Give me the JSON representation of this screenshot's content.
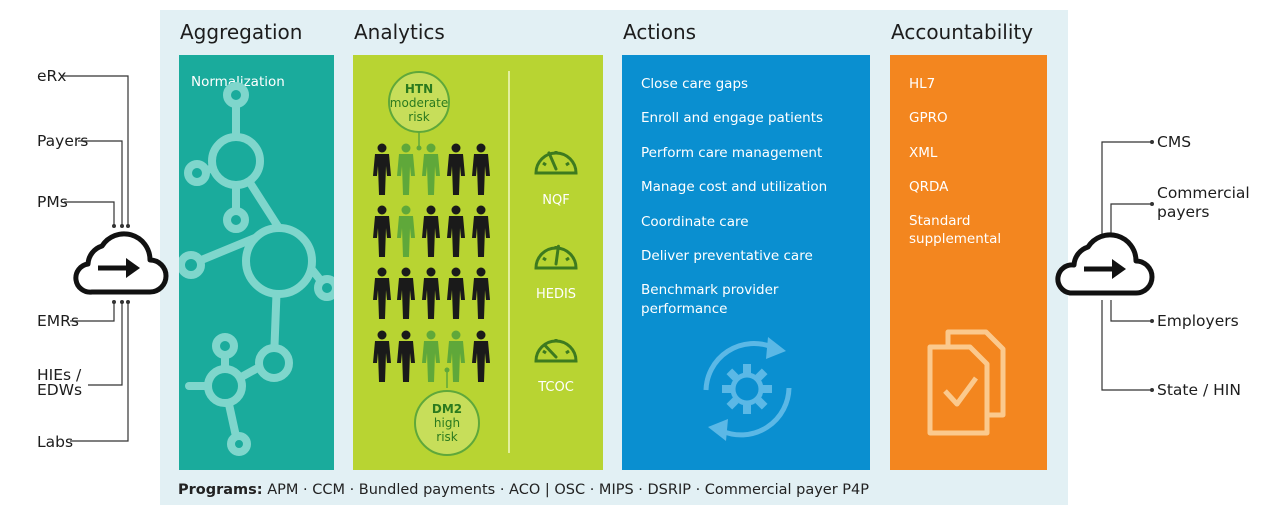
{
  "columns": {
    "aggregation": {
      "title": "Aggregation",
      "subtitle": "Normalization"
    },
    "analytics": {
      "title": "Analytics",
      "risk_top": {
        "code": "HTN",
        "line1": "moderate",
        "line2": "risk"
      },
      "risk_bottom": {
        "code": "DM2",
        "line1": "high",
        "line2": "risk"
      },
      "gauges": [
        "NQF",
        "HEDIS",
        "TCOC"
      ]
    },
    "actions": {
      "title": "Actions",
      "items": [
        "Close care gaps",
        "Enroll and engage patients",
        "Perform care management",
        "Manage cost and utilization",
        "Coordinate care",
        "Deliver preventative care",
        "Benchmark provider",
        "performance"
      ]
    },
    "accountability": {
      "title": "Accountability",
      "items": [
        "HL7",
        "GPRO",
        "XML",
        "QRDA",
        "Standard",
        "supplemental"
      ]
    }
  },
  "sources": [
    "eRx",
    "Payers",
    "PMs",
    "EMRs",
    "HIEs /",
    "EDWs",
    "Labs"
  ],
  "destinations": [
    "CMS",
    "Commercial",
    "payers",
    "Employers",
    "State / HIN"
  ],
  "programs": {
    "label": "Programs:",
    "text": " APM · CCM · Bundled payments · ACO  |  OSC · MIPS · DSRIP · Commercial payer P4P"
  },
  "colors": {
    "panel": "#e2f0f4",
    "aggregation": "#1aab9c",
    "analytics": "#b8d432",
    "actions": "#0a8fd0",
    "accountability": "#f3861f",
    "highlight_person": "#5fa83a",
    "person": "#1a1a1a"
  },
  "icons": [
    "cloud-arrow-icon",
    "network-nodes-icon",
    "person-icon",
    "gauge-icon",
    "gear-cycle-icon",
    "document-check-icon"
  ]
}
